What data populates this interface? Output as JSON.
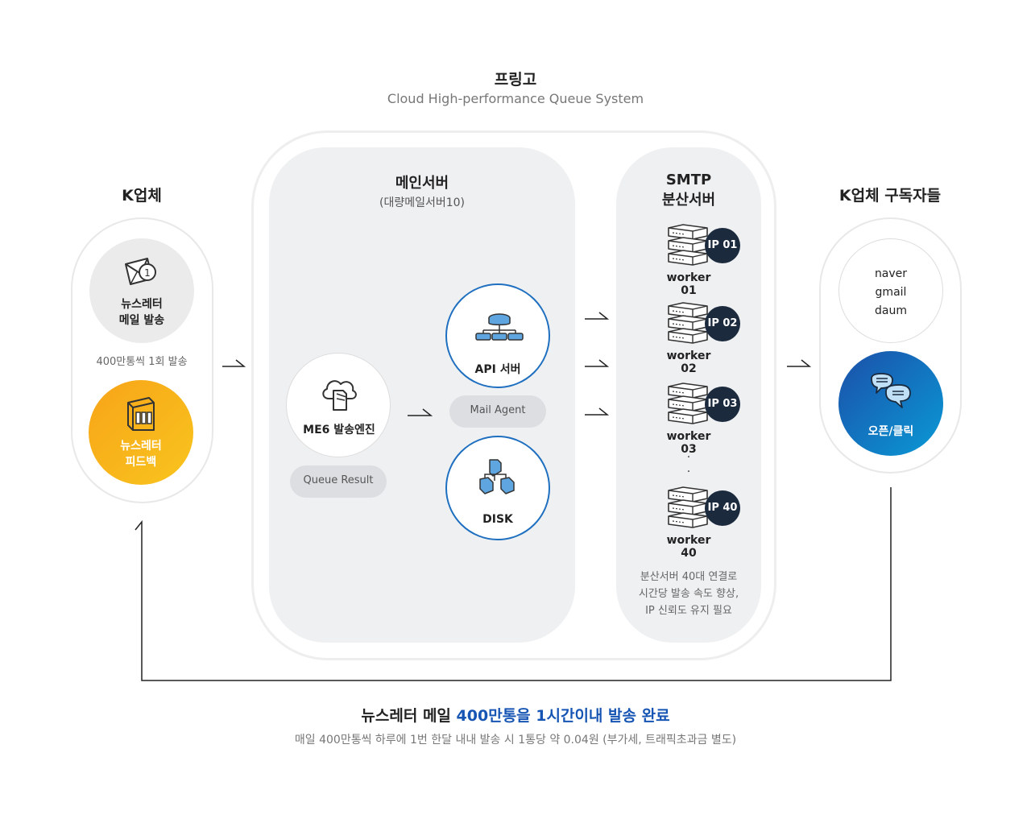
{
  "header": {
    "title": "프링고",
    "subtitle": "Cloud High-performance Queue System"
  },
  "sender": {
    "heading": "K업체",
    "send_line1": "뉴스레터",
    "send_line2": "메일 발송",
    "note": "400만통씩 1회 발송",
    "feedback_line1": "뉴스레터",
    "feedback_line2": "피드백",
    "icons": [
      "mail-badge-icon",
      "chart-box-icon"
    ],
    "colors": {
      "feedback_from": "#f7a418",
      "feedback_to": "#f9c51e"
    }
  },
  "main_server": {
    "heading": "메인서버",
    "sub": "(대량메일서버10)",
    "engine": "ME6 발송엔진",
    "queue_tag": "Queue Result",
    "api": "API 서버",
    "mail_agent_tag": "Mail Agent",
    "disk": "DISK",
    "icons": [
      "cloud-document-icon",
      "database-network-icon",
      "disk-stack-icon"
    ],
    "colors": {
      "node_border": "#1e6fc0",
      "panel": "#eef0f2"
    }
  },
  "smtp": {
    "heading_line1": "SMTP",
    "heading_line2": "분산서버",
    "workers": [
      {
        "label": "worker 01",
        "ip": "IP 01"
      },
      {
        "label": "worker 02",
        "ip": "IP 02"
      },
      {
        "label": "worker 03",
        "ip": "IP 03"
      },
      {
        "label": "worker 40",
        "ip": "IP 40"
      }
    ],
    "dots": ".",
    "note_line1": "분산서버 40대 연결로",
    "note_line2": "시간당 발송 속도 향상,",
    "note_line3": "IP 신뢰도 유지 필요",
    "icons": [
      "server-rack-icon"
    ],
    "colors": {
      "badge": "#1c2a3e"
    }
  },
  "subscribers": {
    "heading": "K업체 구독자들",
    "providers": [
      "naver",
      "gmail",
      "daum"
    ],
    "open_click": "오픈/클릭",
    "icons": [
      "chat-bubbles-icon"
    ],
    "colors": {
      "open_from": "#1b4fa8",
      "open_to": "#0a9ad6"
    }
  },
  "footer": {
    "title_plain": "뉴스레터 메일 ",
    "title_highlight": "400만통을 1시간이내 발송 완료",
    "sub": "매일 400만통씩 하루에 1번 한달 내내 발송 시 1통당 약 0.04원 (부가세, 트래픽초과금 별도)",
    "colors": {
      "highlight": "#1655b4"
    }
  }
}
